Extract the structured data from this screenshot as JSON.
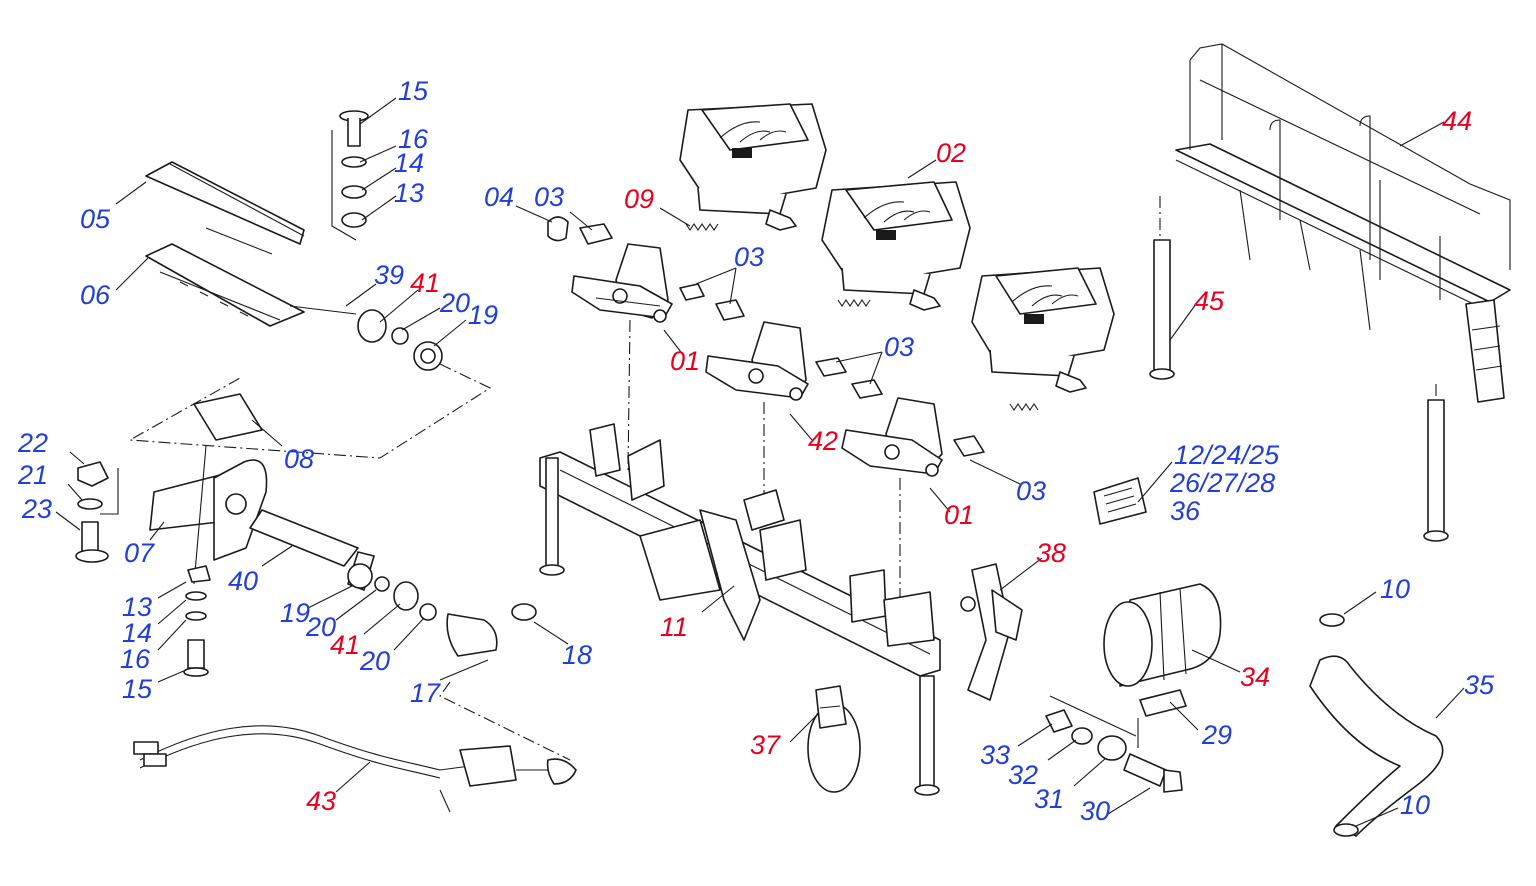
{
  "colors": {
    "red": "#e8001c",
    "blue": "#1f3fd6",
    "line": "#1a1a1a"
  },
  "labels": [
    {
      "id": "15a",
      "text": "15",
      "color": "blue"
    },
    {
      "id": "16a",
      "text": "16",
      "color": "blue"
    },
    {
      "id": "14a",
      "text": "14",
      "color": "blue"
    },
    {
      "id": "13a",
      "text": "13",
      "color": "blue"
    },
    {
      "id": "05",
      "text": "05",
      "color": "blue"
    },
    {
      "id": "06",
      "text": "06",
      "color": "blue"
    },
    {
      "id": "39",
      "text": "39",
      "color": "blue"
    },
    {
      "id": "41a",
      "text": "41",
      "color": "red"
    },
    {
      "id": "20a",
      "text": "20",
      "color": "blue"
    },
    {
      "id": "19a",
      "text": "19",
      "color": "blue"
    },
    {
      "id": "04",
      "text": "04",
      "color": "blue"
    },
    {
      "id": "03a",
      "text": "03",
      "color": "blue"
    },
    {
      "id": "09",
      "text": "09",
      "color": "red"
    },
    {
      "id": "03b",
      "text": "03",
      "color": "blue"
    },
    {
      "id": "01a",
      "text": "01",
      "color": "red"
    },
    {
      "id": "02",
      "text": "02",
      "color": "red"
    },
    {
      "id": "03c",
      "text": "03",
      "color": "blue"
    },
    {
      "id": "42",
      "text": "42",
      "color": "red"
    },
    {
      "id": "03d",
      "text": "03",
      "color": "blue"
    },
    {
      "id": "01b",
      "text": "01",
      "color": "red"
    },
    {
      "id": "44",
      "text": "44",
      "color": "red"
    },
    {
      "id": "45",
      "text": "45",
      "color": "red"
    },
    {
      "id": "12",
      "text": "12/24/25",
      "color": "blue"
    },
    {
      "id": "26",
      "text": "26/27/28",
      "color": "blue"
    },
    {
      "id": "36",
      "text": "36",
      "color": "blue"
    },
    {
      "id": "22",
      "text": "22",
      "color": "blue"
    },
    {
      "id": "21",
      "text": "21",
      "color": "blue"
    },
    {
      "id": "23",
      "text": "23",
      "color": "blue"
    },
    {
      "id": "08",
      "text": "08",
      "color": "blue"
    },
    {
      "id": "07",
      "text": "07",
      "color": "blue"
    },
    {
      "id": "40",
      "text": "40",
      "color": "blue"
    },
    {
      "id": "13b",
      "text": "13",
      "color": "blue"
    },
    {
      "id": "14b",
      "text": "14",
      "color": "blue"
    },
    {
      "id": "16b",
      "text": "16",
      "color": "blue"
    },
    {
      "id": "15b",
      "text": "15",
      "color": "blue"
    },
    {
      "id": "19b",
      "text": "19",
      "color": "blue"
    },
    {
      "id": "20b",
      "text": "20",
      "color": "blue"
    },
    {
      "id": "41b",
      "text": "41",
      "color": "red"
    },
    {
      "id": "20c",
      "text": "20",
      "color": "blue"
    },
    {
      "id": "18",
      "text": "18",
      "color": "blue"
    },
    {
      "id": "17",
      "text": "17",
      "color": "blue"
    },
    {
      "id": "11",
      "text": "11",
      "color": "red"
    },
    {
      "id": "38",
      "text": "38",
      "color": "red"
    },
    {
      "id": "37",
      "text": "37",
      "color": "red"
    },
    {
      "id": "34",
      "text": "34",
      "color": "red"
    },
    {
      "id": "29",
      "text": "29",
      "color": "blue"
    },
    {
      "id": "33",
      "text": "33",
      "color": "blue"
    },
    {
      "id": "32",
      "text": "32",
      "color": "blue"
    },
    {
      "id": "31",
      "text": "31",
      "color": "blue"
    },
    {
      "id": "30",
      "text": "30",
      "color": "blue"
    },
    {
      "id": "10a",
      "text": "10",
      "color": "blue"
    },
    {
      "id": "35",
      "text": "35",
      "color": "blue"
    },
    {
      "id": "10b",
      "text": "10",
      "color": "blue"
    },
    {
      "id": "43",
      "text": "43",
      "color": "red"
    }
  ]
}
